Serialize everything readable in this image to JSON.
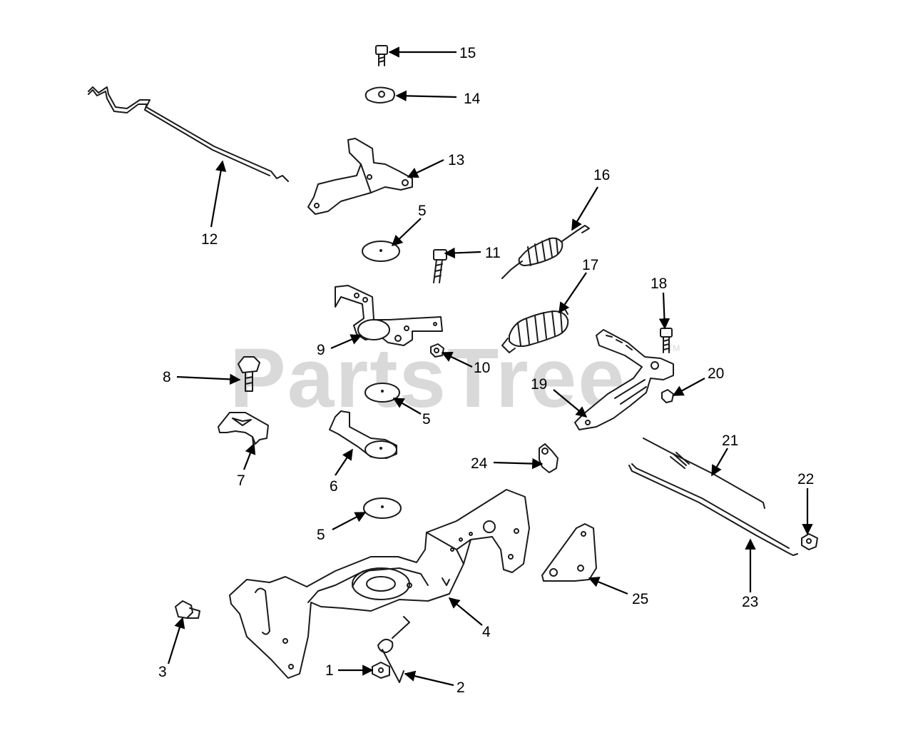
{
  "watermark": {
    "text": "PartsTree",
    "tm": "TM"
  },
  "callouts": [
    {
      "id": "15",
      "label": "15"
    },
    {
      "id": "14",
      "label": "14"
    },
    {
      "id": "13",
      "label": "13"
    },
    {
      "id": "12",
      "label": "12"
    },
    {
      "id": "16",
      "label": "16"
    },
    {
      "id": "5a",
      "label": "5"
    },
    {
      "id": "11",
      "label": "11"
    },
    {
      "id": "17",
      "label": "17"
    },
    {
      "id": "18",
      "label": "18"
    },
    {
      "id": "9",
      "label": "9"
    },
    {
      "id": "10",
      "label": "10"
    },
    {
      "id": "8",
      "label": "8"
    },
    {
      "id": "20",
      "label": "20"
    },
    {
      "id": "19",
      "label": "19"
    },
    {
      "id": "5b",
      "label": "5"
    },
    {
      "id": "21",
      "label": "21"
    },
    {
      "id": "7",
      "label": "7"
    },
    {
      "id": "24",
      "label": "24"
    },
    {
      "id": "6",
      "label": "6"
    },
    {
      "id": "22",
      "label": "22"
    },
    {
      "id": "5c",
      "label": "5"
    },
    {
      "id": "25",
      "label": "25"
    },
    {
      "id": "23",
      "label": "23"
    },
    {
      "id": "4",
      "label": "4"
    },
    {
      "id": "3",
      "label": "3"
    },
    {
      "id": "1",
      "label": "1"
    },
    {
      "id": "2",
      "label": "2"
    }
  ]
}
